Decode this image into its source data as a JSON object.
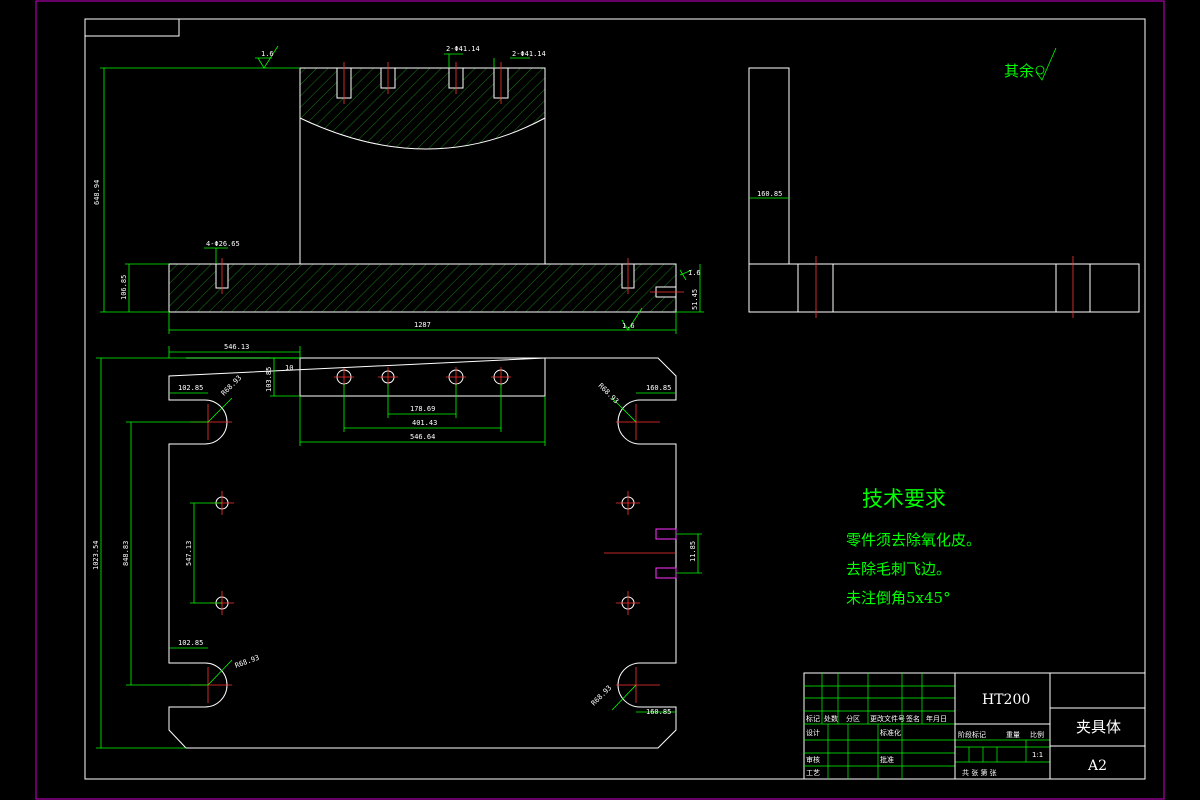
{
  "drawing": {
    "rest_surface_note": "其余",
    "roughness_values": [
      "1.6",
      "1.6",
      "1.6"
    ]
  },
  "technical_requirements": {
    "title": "技术要求",
    "items": [
      "零件须去除氧化皮。",
      "去除毛刺飞边。",
      "未注倒角5x45°"
    ]
  },
  "dimensions": {
    "front_height": "648.94",
    "base_height": "106.85",
    "total_length": "1287",
    "hole_callout_top_a": "2-Φ41.14",
    "hole_callout_top_b": "2-Φ41.14",
    "hole_callout_base": "4-Φ26.65",
    "side_dim_right": "51.45",
    "side_width": "160.85",
    "top_width": "546.13",
    "slot_offset": "10",
    "slot_height": "103.85",
    "hole_spacing_inner": "178.69",
    "hole_spacing_mid": "401.43",
    "hole_spacing_outer": "546.64",
    "notch_left_top": "102.85",
    "notch_r_left_top": "R68.93",
    "notch_right_top": "160.85",
    "notch_r_right_top": "R68.93",
    "plate_height": "1023.54",
    "inner_height": "848.83",
    "hole_row_spacing": "547.13",
    "pin_spacing": "11.85",
    "notch_left_bottom": "102.85",
    "notch_r_left_bottom": "R68.93",
    "notch_right_bottom": "160.85",
    "notch_r_right_bottom": "R68.93"
  },
  "title_block": {
    "material": "HT200",
    "part_name": "夹具体",
    "sheet_size": "A2",
    "label_mark": "标记",
    "label_count": "处数",
    "label_zone": "分区",
    "label_change_doc": "更改文件号",
    "label_sign": "签名",
    "label_date": "年月日",
    "label_design": "设计",
    "label_standard": "标准化",
    "label_review": "审核",
    "label_process": "工艺",
    "label_approve": "批准",
    "label_stage": "阶段标记",
    "label_weight": "重量",
    "label_scale": "比例",
    "scale_value": "1:1",
    "label_sheet_total": "共 张 第 张",
    "label_blank1": "",
    "label_blank2": ""
  }
}
